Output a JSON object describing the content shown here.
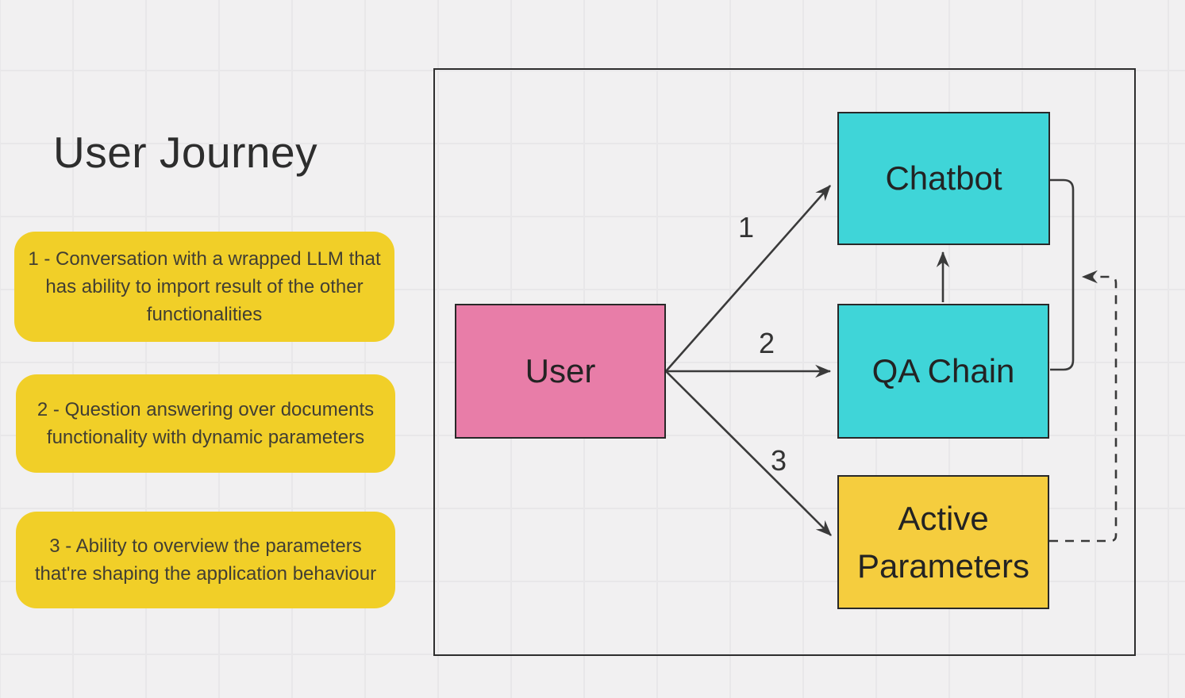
{
  "title": "User Journey",
  "notes": [
    {
      "text": "1 - Conversation with a wrapped LLM that has ability to import result of the other functionalities"
    },
    {
      "text": "2 - Question answering over documents functionality with dynamic parameters"
    },
    {
      "text": "3 - Ability to overview the parameters that're shaping the application behaviour"
    }
  ],
  "diagram": {
    "nodes": [
      {
        "id": "user",
        "label": "User",
        "fill": "#e87da8"
      },
      {
        "id": "chatbot",
        "label": "Chatbot",
        "fill": "#3fd5d8"
      },
      {
        "id": "qa-chain",
        "label": "QA Chain",
        "fill": "#3fd5d8"
      },
      {
        "id": "active-parameters",
        "label": "Active Parameters",
        "fill": "#f5cd3e"
      }
    ],
    "edge_labels": [
      {
        "label": "1"
      },
      {
        "label": "2"
      },
      {
        "label": "3"
      }
    ],
    "edges": [
      {
        "from": "user",
        "to": "chatbot",
        "label": "1",
        "style": "solid-arrow"
      },
      {
        "from": "user",
        "to": "qa-chain",
        "label": "2",
        "style": "solid-arrow"
      },
      {
        "from": "user",
        "to": "active-parameters",
        "label": "3",
        "style": "solid-arrow"
      },
      {
        "from": "qa-chain",
        "to": "chatbot",
        "label": "",
        "style": "solid-arrow"
      },
      {
        "from": "chatbot",
        "to": "qa-chain",
        "label": "",
        "style": "solid-link"
      },
      {
        "from": "active-parameters",
        "to": "chatbot-qa-link",
        "label": "",
        "style": "dashed-arrow"
      }
    ]
  },
  "colors": {
    "background": "#f1f0f1",
    "grid_line": "#e8e7e9",
    "note_fill": "#f1cf28",
    "node_pink": "#e87da8",
    "node_cyan": "#3fd5d8",
    "node_yellow": "#f5cd3e",
    "connector": "#3a3a3a",
    "text_dark": "#2d2d2d"
  }
}
